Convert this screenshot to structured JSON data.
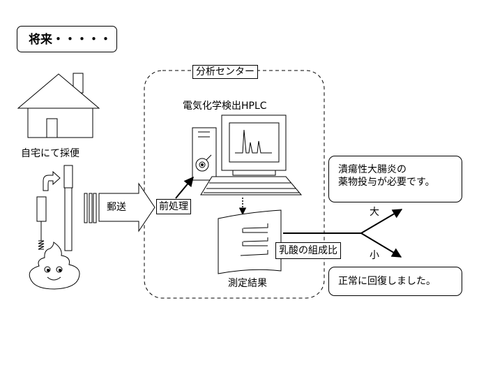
{
  "title": "将来・・・・・",
  "center": {
    "label": "分析センター"
  },
  "instrument": {
    "label": "電気化学検出HPLC"
  },
  "home": {
    "caption": "自宅にて採便"
  },
  "shipping": {
    "label": "郵送"
  },
  "preprocess": {
    "label": "前処理"
  },
  "measurement": {
    "label": "測定結果"
  },
  "ratio": {
    "label": "乳酸の組成比"
  },
  "branch": {
    "large": "大",
    "small": "小"
  },
  "outcomes": {
    "high": [
      "潰瘍性大腸炎の",
      "薬物投与が必要です。"
    ],
    "low": "正常に回復しました。"
  }
}
